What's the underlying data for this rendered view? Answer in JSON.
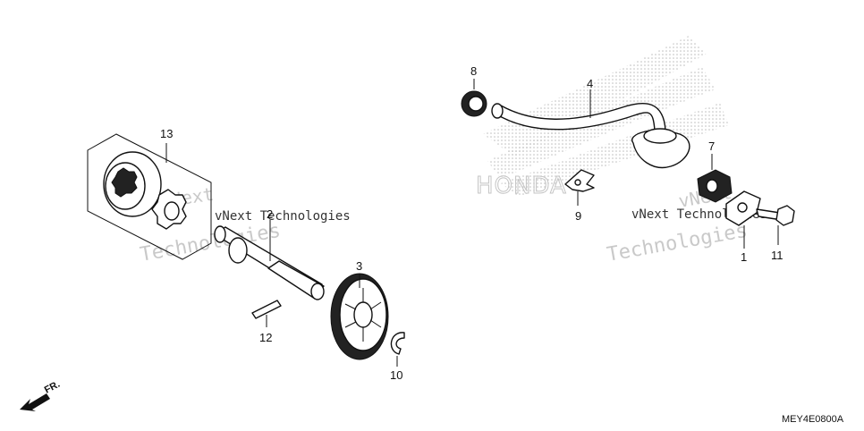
{
  "diagram": {
    "callouts": [
      {
        "id": "1",
        "label": "1"
      },
      {
        "id": "2",
        "label": "2"
      },
      {
        "id": "3",
        "label": "3"
      },
      {
        "id": "4",
        "label": "4"
      },
      {
        "id": "7",
        "label": "7"
      },
      {
        "id": "8",
        "label": "8"
      },
      {
        "id": "9",
        "label": "9"
      },
      {
        "id": "10",
        "label": "10"
      },
      {
        "id": "11",
        "label": "11"
      },
      {
        "id": "12",
        "label": "12"
      },
      {
        "id": "13",
        "label": "13"
      }
    ],
    "direction_label": "FR.",
    "diagram_code": "MEY4E0800A"
  },
  "watermark": {
    "line1": "vNext Technologies",
    "line2": "Technologies",
    "line3": "vNext",
    "brand": "HONDA"
  }
}
